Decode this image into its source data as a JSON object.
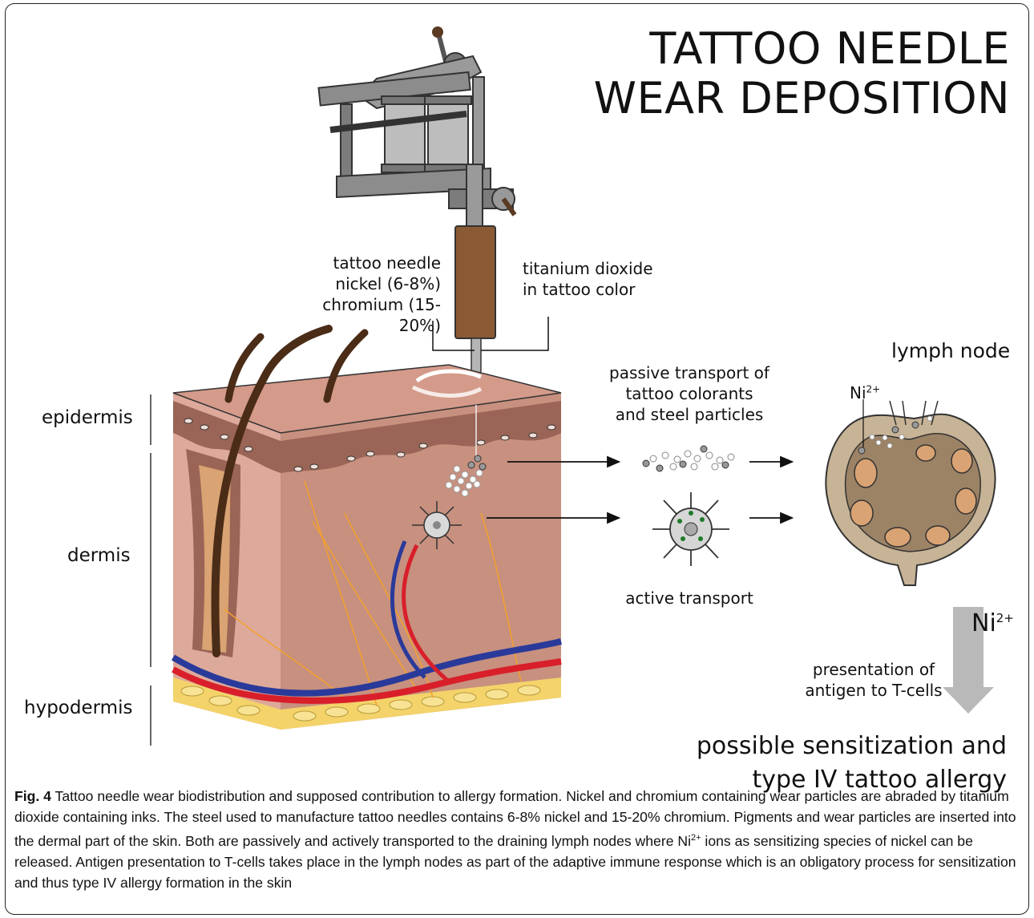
{
  "title": {
    "line1": "TATTOO NEEDLE",
    "line2": "WEAR DEPOSITION"
  },
  "needle_label": {
    "line1": "tattoo needle",
    "line2": "nickel (6-8%)",
    "line3": "chromium (15-20%)"
  },
  "tio2_label": {
    "line1": "titanium dioxide",
    "line2": "in tattoo color"
  },
  "layers": {
    "epidermis": "epidermis",
    "dermis": "dermis",
    "hypodermis": "hypodermis"
  },
  "passive_label": {
    "line1": "passive transport of",
    "line2": "tattoo colorants",
    "line3": "and steel particles"
  },
  "active_label": "active transport",
  "lymph_label": "lymph node",
  "ni_node": {
    "base": "Ni",
    "sup": "2+"
  },
  "ni_arrow": {
    "base": "Ni",
    "sup": "2+"
  },
  "presentation_label": {
    "line1": "presentation of",
    "line2": "antigen to T-cells"
  },
  "outcome": {
    "line1": "possible sensitization and",
    "line2": "type IV tattoo allergy"
  },
  "caption": {
    "fig": "Fig. 4",
    "t1": " Tattoo needle wear biodistribution and supposed contribution to allergy formation. Nickel and chromium containing wear particles are abraded by titanium dioxide containing inks. The steel used to manufacture tattoo needles contains 6-8% nickel and 15-20% chromium. Pigments and wear particles are inserted into the dermal part of the skin. Both are passively and actively transported to the draining lymph nodes where Ni",
    "sup": "2+",
    "t2": " ions as sensitizing species of nickel can be released. Antigen presentation to T-cells takes place in the lymph nodes as part of the adaptive immune response which is an obligatory process for sensitization and thus type IV allergy formation in the skin"
  },
  "colors": {
    "skin_front": "#dda99b",
    "skin_side": "#c7907f",
    "epidermis": "#9a6456",
    "fat": "#f3d36a",
    "vein": "#2a3a9a",
    "artery": "#d81f2a",
    "nerve": "#f4a12a",
    "metal": "#8c8c8c",
    "grip": "#8a5a33",
    "node_outer": "#c7b396",
    "node_inner": "#9c8366",
    "follicle": "#d9a373",
    "arrow_gray": "#b9b9b9",
    "green_particle": "#1f7a2a"
  }
}
